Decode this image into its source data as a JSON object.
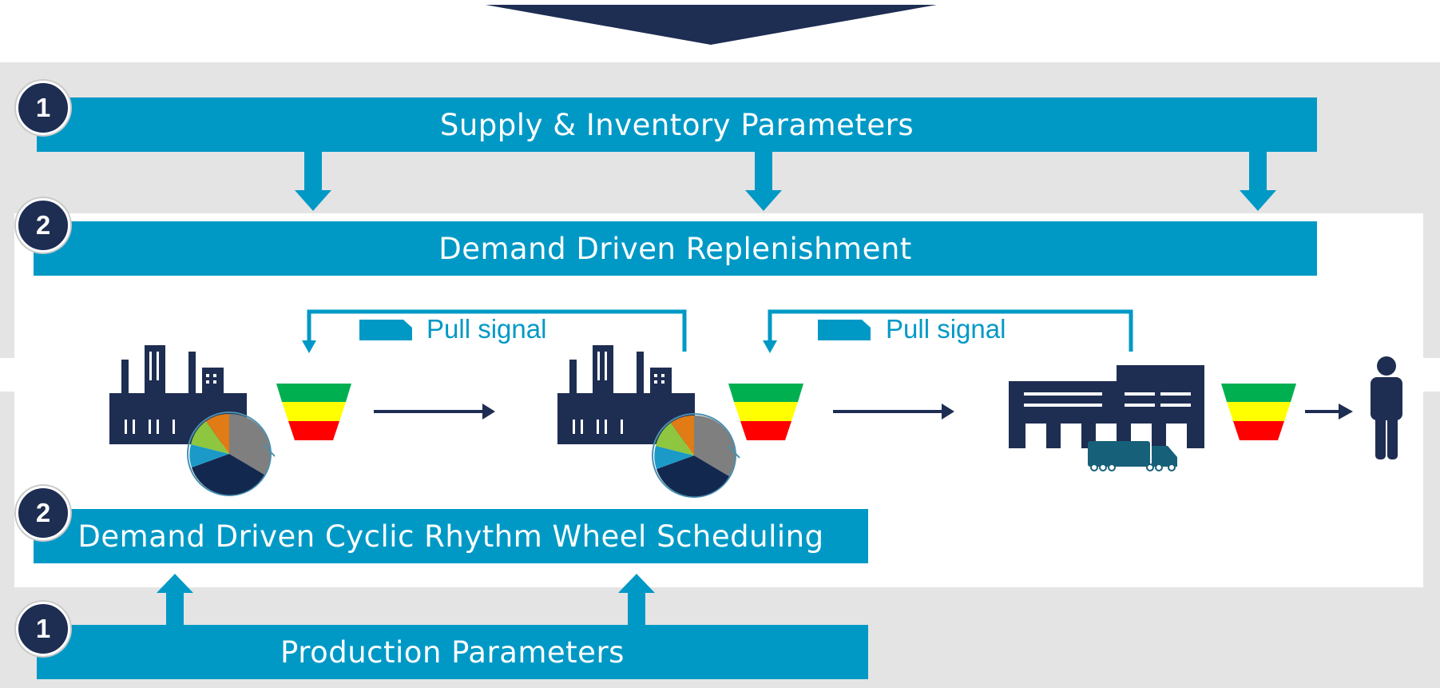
{
  "badges": {
    "supply": "1",
    "replenishment": "2",
    "scheduling": "2",
    "production": "1"
  },
  "bars": {
    "supply": "Supply & Inventory Parameters",
    "replenishment": "Demand Driven Replenishment",
    "scheduling": "Demand Driven Cyclic Rhythm Wheel Scheduling",
    "production": "Production Parameters"
  },
  "pull_signals": {
    "left": "Pull signal",
    "right": "Pull signal"
  },
  "colors": {
    "accent": "#0099c6",
    "navy": "#1e2d52",
    "buffer_green": "#00b050",
    "buffer_yellow": "#ffff00",
    "buffer_red": "#ff0000"
  },
  "icons": [
    "factory-icon",
    "rhythm-wheel-pie-icon",
    "buffer-funnel-icon",
    "warehouse-icon",
    "truck-icon",
    "person-icon",
    "arrow-icon",
    "tag-icon"
  ]
}
